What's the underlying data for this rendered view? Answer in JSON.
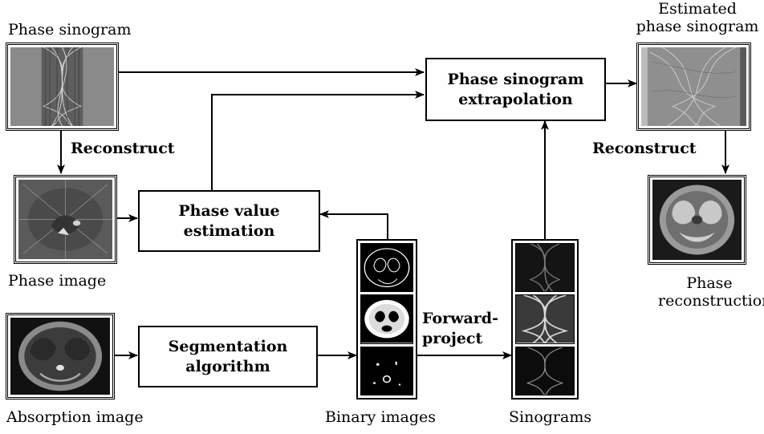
{
  "labels": {
    "phase_sinogram": "Phase sinogram",
    "estimated_line1": "Estimated",
    "estimated_line2": "phase sinogram",
    "phase_image": "Phase image",
    "phase_recon_line1": "Phase",
    "phase_recon_line2": "reconstruction",
    "absorption_image": "Absorption image",
    "binary_images": "Binary images",
    "sinograms": "Sinograms"
  },
  "boxes": {
    "extrapolation_line1": "Phase sinogram",
    "extrapolation_line2": "extrapolation",
    "phase_value_line1": "Phase value",
    "phase_value_line2": "estimation",
    "segmentation_line1": "Segmentation",
    "segmentation_line2": "algorithm"
  },
  "edges": {
    "reconstruct_left": "Reconstruct",
    "reconstruct_right": "Reconstruct",
    "forward_line1": "Forward-",
    "forward_line2": "project"
  }
}
